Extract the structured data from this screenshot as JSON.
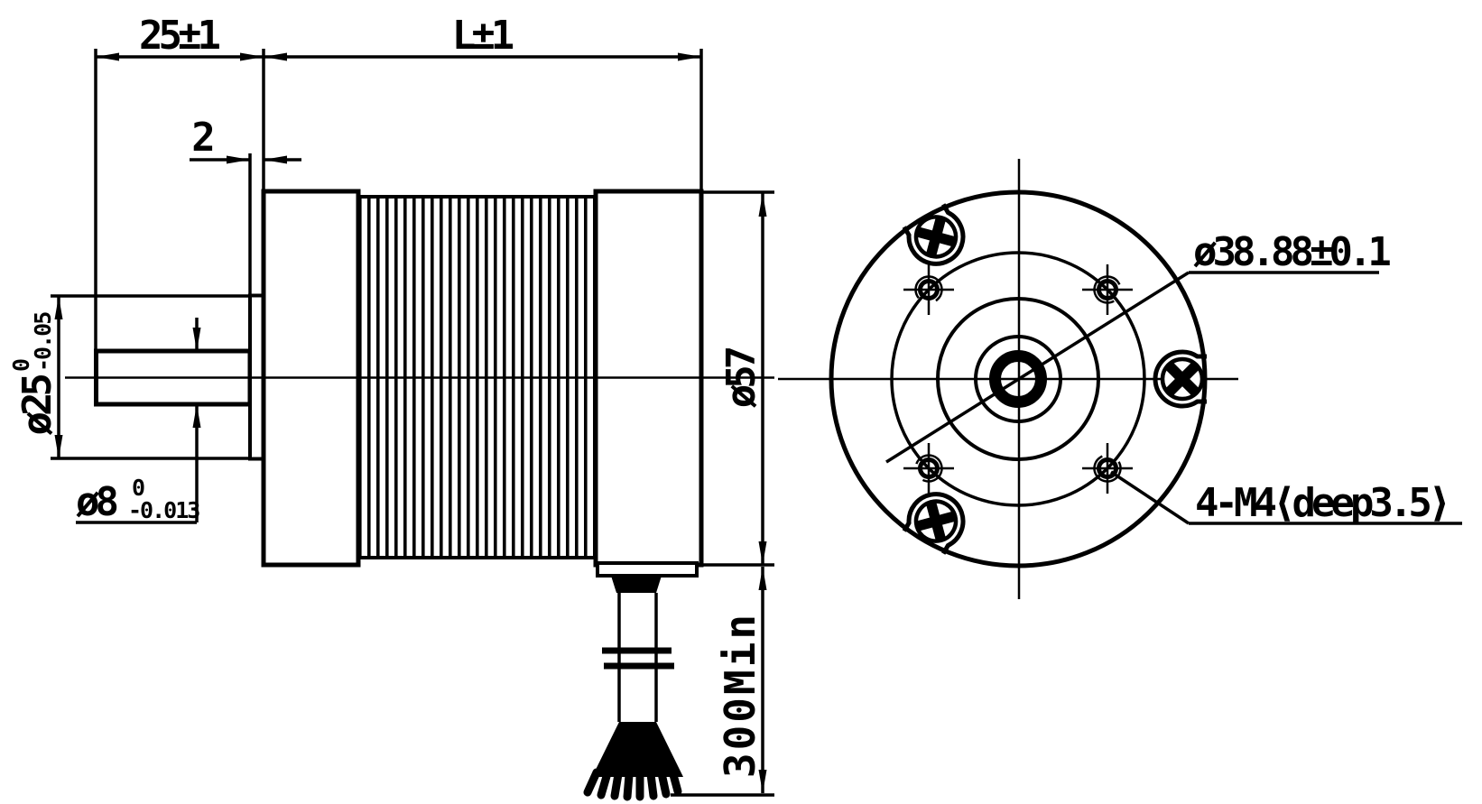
{
  "drawing": {
    "type": "engineering-drawing-brushless-motor",
    "colors": {
      "line": "#000000",
      "background": "#ffffff"
    },
    "side_view": {
      "shaft_section_length": "25±1",
      "body_length": "L±1",
      "pilot_boss_depth": "2",
      "pilot_boss_diameter": {
        "value": "ø25",
        "tol_upper": "0",
        "tol_lower": "-0.05"
      },
      "shaft_diameter": {
        "value": "ø8",
        "tol_upper": "0",
        "tol_lower": "-0.013"
      },
      "body_diameter": "ø57",
      "cable_min_length": "300Min"
    },
    "front_view": {
      "bolt_circle_diameter": "ø38.88±0.1",
      "mounting_holes": "4-M4⟨deep3.5⟩"
    }
  }
}
